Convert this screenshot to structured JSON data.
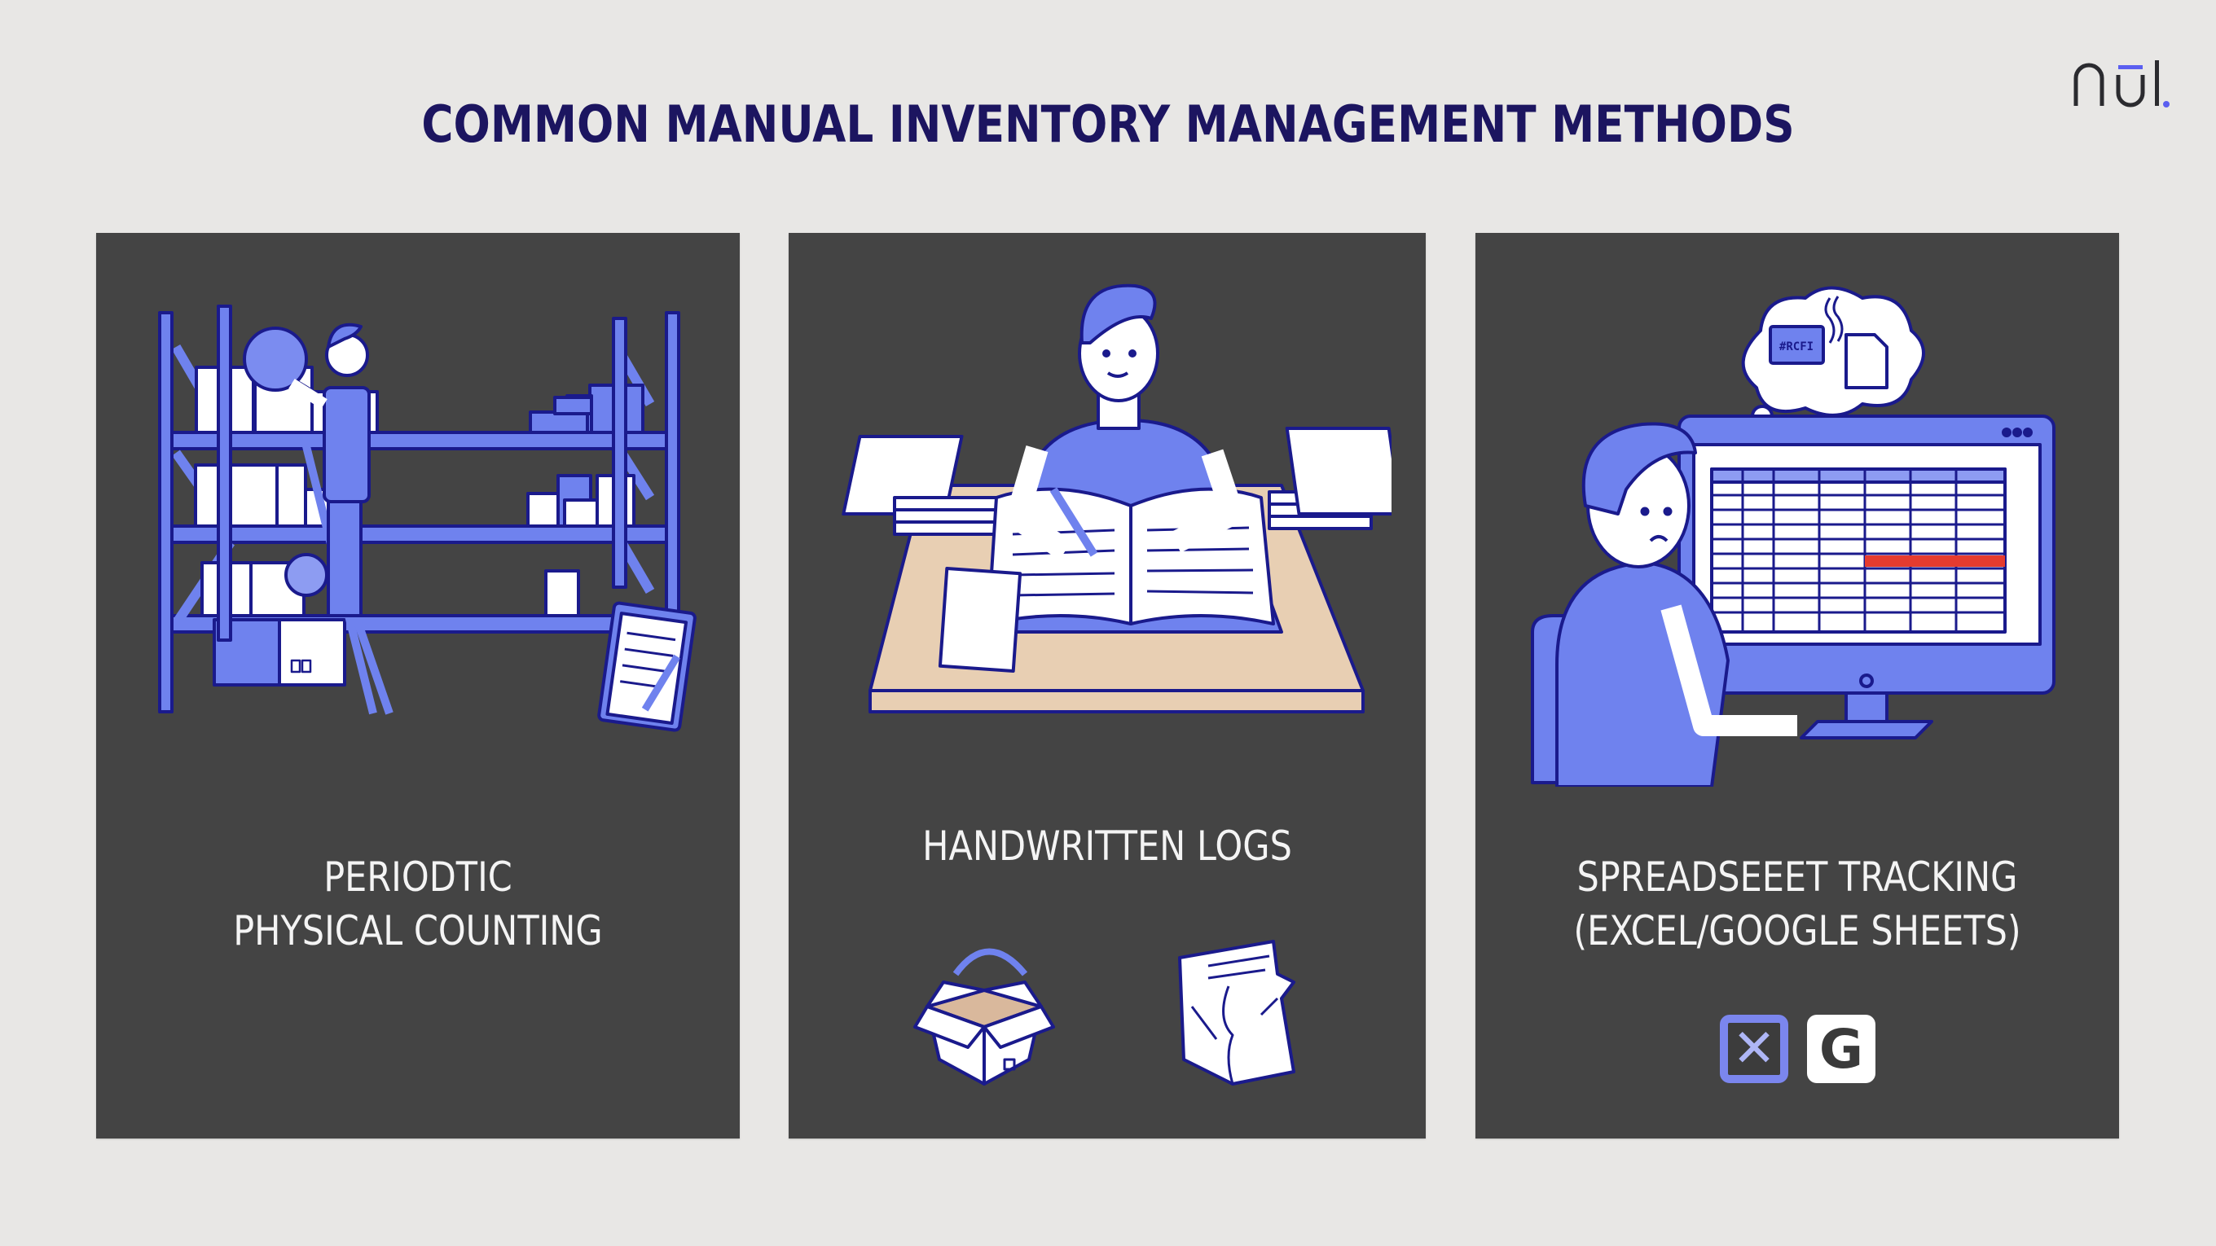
{
  "header": {
    "title": "COMMON MANUAL INVENTORY MANAGEMENT METHODS",
    "logo_text": "nūl.",
    "logo_accent_color": "#5b5ff0"
  },
  "colors": {
    "background": "#e8e7e5",
    "panel": "#444444",
    "title": "#1c1560",
    "illustration_fill": "#7083ee",
    "illustration_stroke": "#1a1a8c",
    "desk": "#e8cfb3",
    "error_highlight": "#e53b2f"
  },
  "panels": [
    {
      "id": "periodic-counting",
      "illustration": "warehouse-shelves-worker-magnifier-ladder-clipboard",
      "label_lines": [
        "PERIODTIC",
        "PHYSICAL COUNTING"
      ]
    },
    {
      "id": "handwritten-logs",
      "illustration": "person-writing-ledger-at-desk",
      "label_lines": [
        "HANDWRITTEN LOGS"
      ],
      "icons": [
        "open-box-cycle-icon",
        "torn-paper-log-icon"
      ]
    },
    {
      "id": "spreadsheet-tracking",
      "illustration": "confused-person-at-spreadsheet-monitor",
      "thought_bubble": {
        "card_text": "#RCFI"
      },
      "label_lines": [
        "SPREADSEEET TRACKING",
        "(EXCEL/GOOGLE SHEETS)"
      ],
      "icons": [
        {
          "name": "excel-icon",
          "glyph": "✕"
        },
        {
          "name": "google-sheets-icon",
          "glyph": "G"
        }
      ]
    }
  ]
}
